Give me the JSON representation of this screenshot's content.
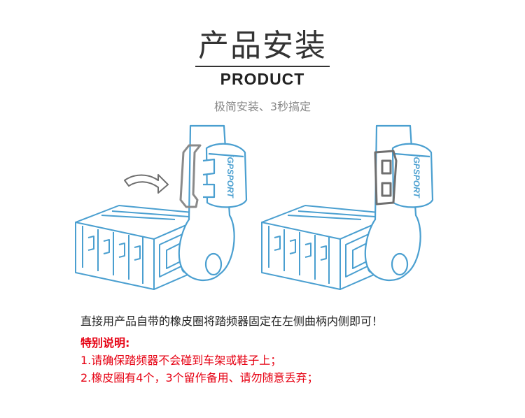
{
  "header": {
    "title_cn": "产品安装",
    "title_en": "PRODUCT",
    "subtitle": "极简安装、3秒搞定"
  },
  "illustration": {
    "brand_text_left": "iGPSPORT",
    "brand_text_right": "iGPSPORT",
    "icons": [
      "pedal-icon",
      "crank-arm-icon",
      "cadence-sensor-icon",
      "rubber-ring-icon",
      "curved-arrow-icon"
    ],
    "colors": {
      "line_blue": "#4a9fd0",
      "line_gray": "#8a8a8a",
      "ring_gray": "#6f6f6f"
    }
  },
  "content": {
    "description": "直接用产品自带的橡皮圈将踏频器固定在左侧曲柄内侧即可！",
    "note_title": "特别说明:",
    "note_1": "1.请确保踏频器不会碰到车架或鞋子上；",
    "note_2": "2.橡皮圈有4个，3个留作备用、请勿随意丢弃；",
    "colors": {
      "note_color": "#e60012"
    }
  }
}
